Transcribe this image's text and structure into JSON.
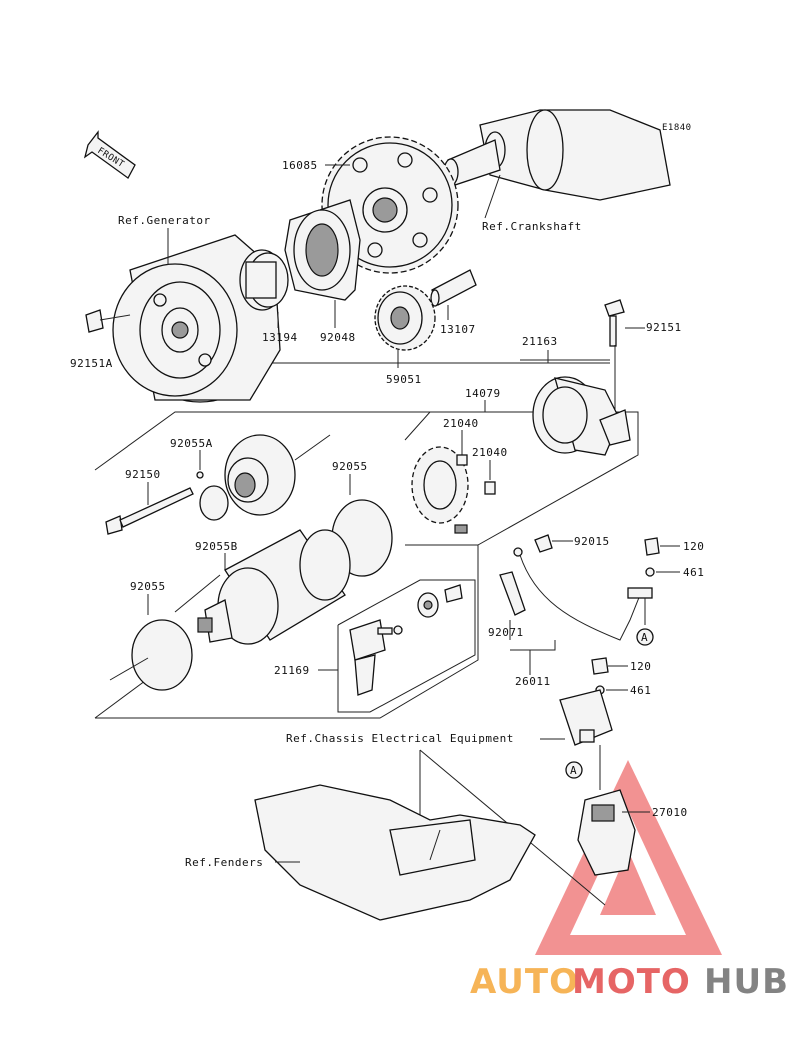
{
  "diagram": {
    "code": "E1840",
    "front_label": "FRONT",
    "refs": {
      "generator": "Ref.Generator",
      "crankshaft": "Ref.Crankshaft",
      "chassis": "Ref.Chassis Electrical Equipment",
      "fenders": "Ref.Fenders"
    },
    "parts": {
      "p16085": "16085",
      "p92048": "92048",
      "p13194": "13194",
      "p13107": "13107",
      "p92151A": "92151A",
      "p59051": "59051",
      "p92151": "92151",
      "p21163": "21163",
      "p14079": "14079",
      "p21040a": "21040",
      "p21040b": "21040",
      "p92055A": "92055A",
      "p92150": "92150",
      "p92055a": "92055",
      "p92055B": "92055B",
      "p92055b": "92055",
      "p92015": "92015",
      "p120a": "120",
      "p461a": "461",
      "p92071": "92071",
      "p21169": "21169",
      "p26011": "26011",
      "p120b": "120",
      "p461b": "461",
      "p27010": "27010"
    },
    "callout_a1": "A",
    "callout_a2": "A"
  },
  "watermark": {
    "part1": "AUTO",
    "part2": "MOTO",
    "part3": "HUB",
    "colors": {
      "orange": "#f5a83a",
      "red": "#e24b4b",
      "gray": "#6e6e6e",
      "triangle": "#f08080"
    }
  }
}
